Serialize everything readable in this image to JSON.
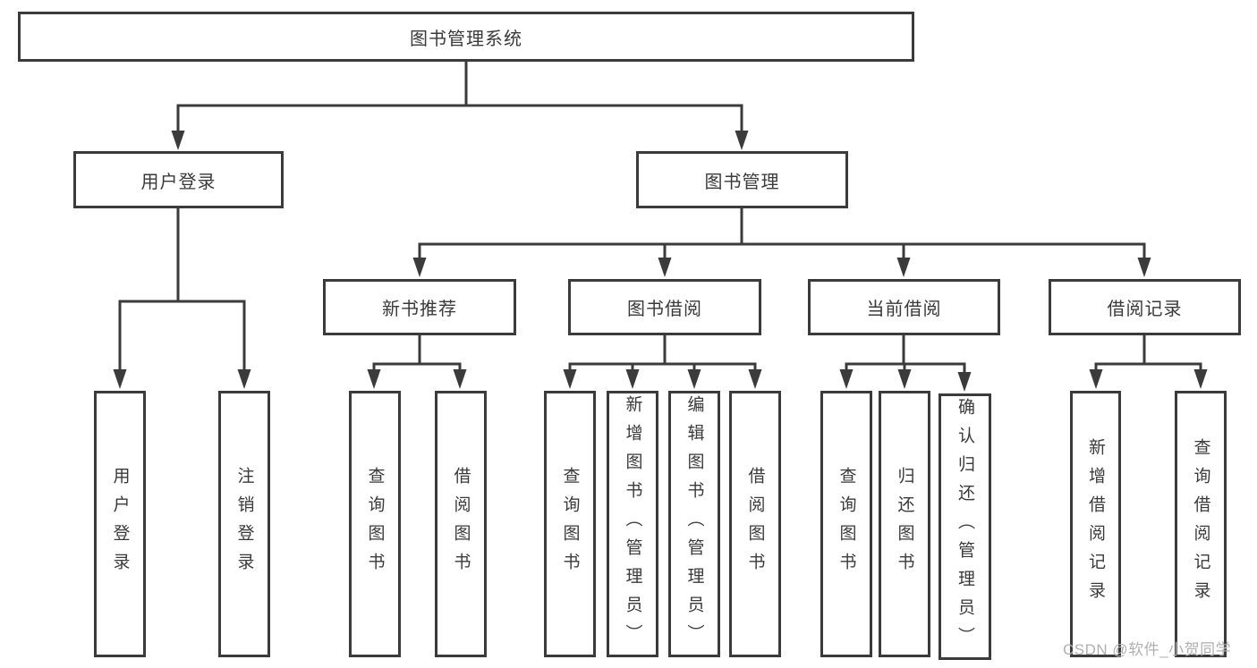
{
  "tree": {
    "label": "图书管理系统",
    "children": [
      {
        "label": "用户登录",
        "children": [
          {
            "label": "用户登录"
          },
          {
            "label": "注销登录"
          }
        ]
      },
      {
        "label": "图书管理",
        "children": [
          {
            "label": "新书推荐",
            "children": [
              {
                "label": "查询图书"
              },
              {
                "label": "借阅图书"
              }
            ]
          },
          {
            "label": "图书借阅",
            "children": [
              {
                "label": "查询图书"
              },
              {
                "label": "新增图书（管理员）"
              },
              {
                "label": "编辑图书（管理员）"
              },
              {
                "label": "借阅图书"
              }
            ]
          },
          {
            "label": "当前借阅",
            "children": [
              {
                "label": "查询图书"
              },
              {
                "label": "归还图书"
              },
              {
                "label": "确认归还（管理员）"
              }
            ]
          },
          {
            "label": "借阅记录",
            "children": [
              {
                "label": "新增借阅记录"
              },
              {
                "label": "查询借阅记录"
              }
            ]
          }
        ]
      }
    ]
  },
  "watermark": "CSDN @软件_小贺同学",
  "colors": {
    "line": "#3b3b3b",
    "text": "#3a3a3a",
    "watermark": "#b0b0b0",
    "background": "#ffffff"
  }
}
